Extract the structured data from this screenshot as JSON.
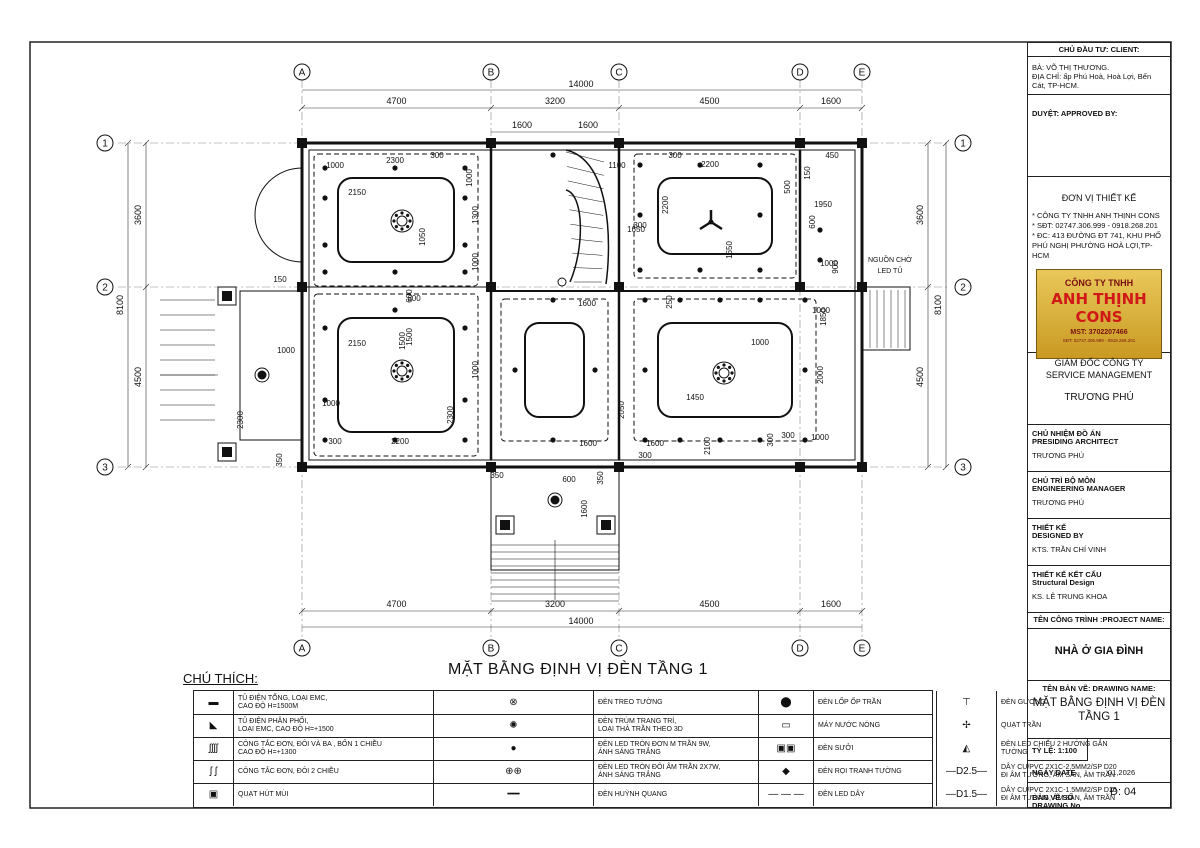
{
  "drawing_title": "MẶT BẰNG ĐỊNH VỊ ĐÈN TẦNG 1",
  "grid": {
    "columns": [
      "A",
      "B",
      "C",
      "D",
      "E"
    ],
    "rows": [
      "1",
      "2",
      "3"
    ],
    "col_spacing": [
      "4700",
      "3200",
      "4500",
      "1600"
    ],
    "total_width": "14000",
    "row_spacing": [
      "3600",
      "4500"
    ],
    "total_height": "8100"
  },
  "dims": {
    "stair_top": [
      "1600",
      "1600"
    ],
    "room_labels": [
      "1000",
      "2300",
      "300",
      "1000",
      "1300",
      "1000",
      "2150",
      "1050",
      "600",
      "1500",
      "600",
      "2150",
      "1000",
      "300",
      "2200",
      "1000",
      "2300",
      "1100",
      "2200",
      "300",
      "1650",
      "500",
      "150",
      "450",
      "600",
      "1950",
      "2200",
      "300",
      "1650",
      "1000",
      "900",
      "1600",
      "250",
      "1000",
      "1850",
      "2000",
      "1450",
      "1000",
      "300",
      "300",
      "2050",
      "1600",
      "1600",
      "2100",
      "300",
      "1000",
      "2300",
      "350",
      "150",
      "350",
      "600",
      "350",
      "1600",
      "1500",
      "1000"
    ],
    "supply_note": "NGUỒN CHỜ\nLED TỦ"
  },
  "legend_title": "CHÚ THÍCH:",
  "legend": [
    [
      {
        "sym": "box-full",
        "text": "TỦ ĐIỆN TỔNG, LOẠI EMC,\nCAO ĐỘ H=1500M"
      },
      {
        "sym": "wall-lamp",
        "text": "ĐÈN TREO TƯỜNG"
      },
      {
        "sym": "dot-big",
        "text": "ĐÈN LỐP ỐP TRẦN"
      },
      {
        "sym": "mirror",
        "text": "ĐÈN GƯƠNG"
      }
    ],
    [
      {
        "sym": "box-half",
        "text": "TỦ ĐIỆN PHÂN PHỐI,\nLOẠI EMC, CAO ĐỘ H=+1500"
      },
      {
        "sym": "chandelier",
        "text": "ĐÈN TRÙM TRANG TRÍ,\nLOẠI THẢ TRẦN THEO 3D"
      },
      {
        "sym": "heater",
        "text": "MÁY NƯỚC NÓNG"
      },
      {
        "sym": "fan",
        "text": "QUẠT TRẦN"
      }
    ],
    [
      {
        "sym": "switch",
        "text": "CÔNG TẮC ĐƠN, ĐÔI VÀ BA , BỐN 1 CHIỀU\nCAO ĐỘ H=+1300"
      },
      {
        "sym": "dot",
        "text": "ĐÈN LED TRÒN ĐƠN M TRẦN 9W,\nÁNH SÁNG TRẮNG"
      },
      {
        "sym": "sauna",
        "text": "ĐÈN SƯỞI"
      },
      {
        "sym": "wall-led",
        "text": "ĐÈN LED CHIẾU 2 HƯỚNG GẮN TƯỜNG"
      }
    ],
    [
      {
        "sym": "switch2",
        "text": "CÔNG TẮC ĐƠN, ĐÔI 2 CHIỀU"
      },
      {
        "sym": "double",
        "text": "ĐÈN LED TRÒN ĐÔI ÂM TRẦN 2X7W,\nÁNH SÁNG TRẮNG"
      },
      {
        "sym": "spot",
        "text": "ĐÈN RỌI TRANH TƯỜNG"
      },
      {
        "sym": "wire20",
        "text": "DÂY CU/PVC 2X1C-2,5MM2/SP D20\nĐI ÂM TƯỜNG, ÂM SÀN, ÂM TRẦN"
      }
    ],
    [
      {
        "sym": "exhaust",
        "text": "QUẠT HÚT MÙI"
      },
      {
        "sym": "fluor",
        "text": "ĐÈN HUỲNH QUANG"
      },
      {
        "sym": "strip",
        "text": "ĐÈN LED DÂY"
      },
      {
        "sym": "wire16",
        "text": "DÂY CU/PVC 2X1C-1.5MM2/SP D16\nĐI ÂM TƯỜNG, ÂM SÀN, ÂM TRẦN"
      }
    ]
  ],
  "wire_codes": [
    "D2.5",
    "D1.5"
  ],
  "title_block": {
    "investor_label": "CHỦ ĐẦU TƯ: CLIENT:",
    "investor_name": "BÀ: VÕ THỊ THƯƠNG.",
    "investor_addr": "ĐỊA CHỈ: ấp Phú Hoà, Hoà Lợi, Bến Cát, TP-HCM.",
    "approved": "DUYỆT:   APPROVED BY:",
    "designer_unit": "ĐƠN VỊ THIẾT KẾ",
    "company_lines": [
      "* CÔNG TY TNHH ANH THỊNH CONS",
      "* SĐT: 02747.306.999 - 0918.268.201",
      "* ĐC: 413 ĐƯỜNG ĐT 741, KHU PHỐ PHÚ NGHỊ PHƯỜNG HOÀ LỢI,TP-HCM"
    ],
    "logo": {
      "line1": "CÔNG TY TNHH",
      "line2": "ANH THỊNH CONS",
      "line3": "MST: 3702207466",
      "line4": "SĐT: 02747.306.999 - 0918.268.201"
    },
    "director_label": "GIÁM ĐỐC CÔNG TY\nSERVICE MANAGEMENT",
    "director_name": "TRƯƠNG PHÚ",
    "roles": [
      {
        "label": "CHỦ NHIỆM ĐỒ ÁN\nPRESIDING ARCHITECT",
        "name": "TRƯƠNG PHÚ"
      },
      {
        "label": "CHỦ TRÌ BỘ MÔN\nENGINEERING MANAGER",
        "name": "TRƯƠNG PHÚ"
      },
      {
        "label": "THIẾT KẾ\nDESIGNED BY",
        "name": "KTS. TRẦN CHÍ VINH"
      },
      {
        "label": "THIẾT KẾ KẾT CẤU\nStructural Design",
        "name": "KS. LÊ TRUNG KHOA"
      }
    ],
    "project_label": "TÊN CÔNG TRÌNH :PROJECT NAME:",
    "project_name": "NHÀ Ở GIA ĐÌNH",
    "drawing_label": "TÊN BẢN VẼ: DRAWING NAME:",
    "drawing_name": "MẶT BẰNG ĐỊNH VỊ ĐÈN\nTẦNG 1",
    "scale_label": "TỶ LỆ: 1:100",
    "date_label": "NGÀY  DATE",
    "date_value": "01,2026",
    "number_label": "BẢN VẼ SỐ\nDRAWING No",
    "number_value": "Đ: 04"
  }
}
